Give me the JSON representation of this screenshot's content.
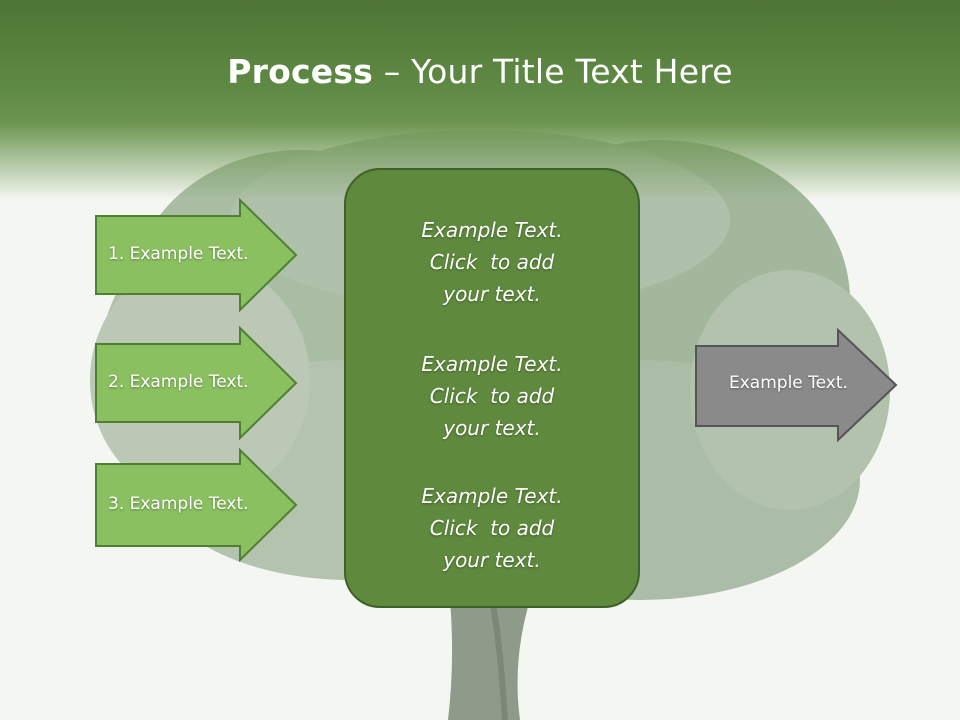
{
  "title": {
    "bold": "Process",
    "rest": " – Your Title Text Here"
  },
  "input_arrows": [
    {
      "label": "1. Example Text."
    },
    {
      "label": "2. Example Text."
    },
    {
      "label": "3. Example Text."
    }
  ],
  "center_blocks": [
    {
      "line1": "Example Text.",
      "line2": "Click  to add",
      "line3": "your text."
    },
    {
      "line1": "Example Text.",
      "line2": "Click  to add",
      "line3": "your text."
    },
    {
      "line1": "Example Text.",
      "line2": "Click  to add",
      "line3": "your text."
    }
  ],
  "output_arrow": {
    "label": "Example Text."
  },
  "colors": {
    "header_green": "#5f8a45",
    "arrow_green": "#8bc061",
    "box_green": "#5f8a3e",
    "output_gray": "#8a8a8a"
  }
}
